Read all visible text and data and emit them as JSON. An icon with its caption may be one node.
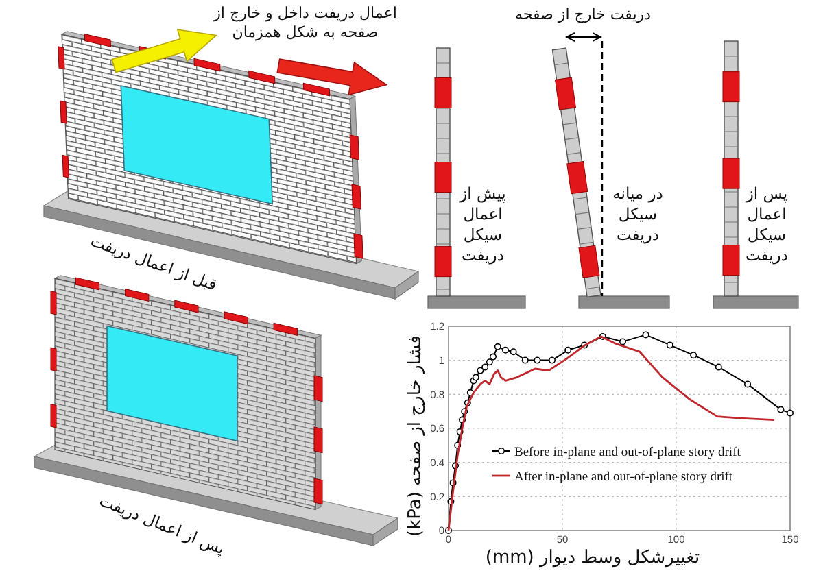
{
  "diagram": {
    "labels": [
      "اعمال دریفت داخل و خارج از صفحه به شکل همزمان",
      "دریفت خارج از صفحه",
      "قبل از اعمال دریفت",
      "پیش از اعمال سیکل دریفت",
      "در میانه سیکل دریفت",
      "پس از اعمال سیکل دریفت",
      "پس از اعمال دریفت"
    ],
    "chart_data": {
      "type": "line",
      "xlabel": "تغییرشکل وسط دیوار (mm)",
      "ylabel": "فشار خارج از صفحه (kPa)",
      "xlim": [
        0,
        150
      ],
      "ylim": [
        0,
        1.2
      ],
      "xticks": [
        0,
        50,
        100,
        150
      ],
      "yticks": [
        0,
        0.2,
        0.4,
        0.6,
        0.8,
        1,
        1.2
      ],
      "grid": true,
      "legend": "center",
      "series": [
        {
          "name": "Before in-plane and out-of-plane story drift",
          "color": "#000000",
          "x": [
            0,
            1,
            2,
            3,
            4,
            5,
            6,
            7,
            8.4,
            9.6,
            11,
            12,
            14,
            16,
            18,
            19.6,
            21.6,
            25,
            28.5,
            33.7,
            39,
            45.5,
            52.5,
            59.7,
            67.7,
            76.5,
            86.6,
            97.2,
            107.6,
            118.6,
            131.3,
            145.9,
            150
          ],
          "values": [
            0,
            0.17,
            0.28,
            0.38,
            0.5,
            0.58,
            0.65,
            0.7,
            0.75,
            0.81,
            0.88,
            0.9,
            0.94,
            0.96,
            0.99,
            1.02,
            1.08,
            1.06,
            1.05,
            1,
            1,
            1,
            1.06,
            1.09,
            1.14,
            1.11,
            1.15,
            1.09,
            1.03,
            0.96,
            0.86,
            0.71,
            0.69
          ]
        },
        {
          "name": "After in-plane and out-of-plane story drift",
          "color": "#c0282d",
          "x": [
            0,
            2,
            4,
            6,
            8,
            11,
            14,
            16,
            18,
            20,
            21.6,
            23,
            25,
            30,
            38,
            44,
            52,
            60,
            67,
            73,
            84,
            94,
            106,
            118,
            128,
            143
          ],
          "values": [
            0,
            0.23,
            0.44,
            0.6,
            0.73,
            0.81,
            0.86,
            0.88,
            0.86,
            0.92,
            0.94,
            0.9,
            0.88,
            0.9,
            0.95,
            0.94,
            1.01,
            1.09,
            1.14,
            1.1,
            1.05,
            0.9,
            0.77,
            0.67,
            0.66,
            0.65
          ]
        }
      ]
    }
  }
}
